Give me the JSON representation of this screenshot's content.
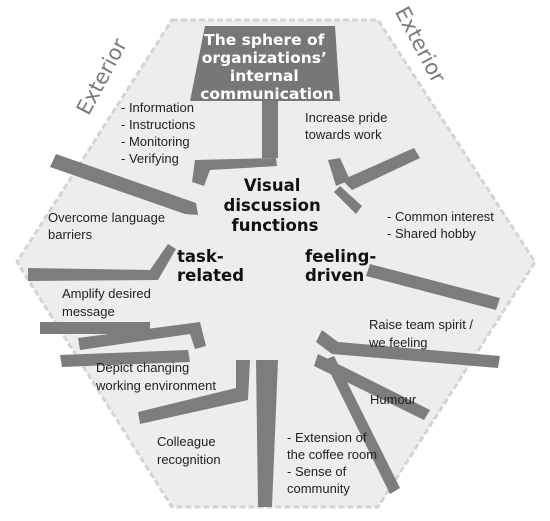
{
  "exterior_left": "Exterior",
  "exterior_right": "Exterior",
  "sphere_title": [
    "The sphere of",
    "organizations’",
    "internal",
    "communication"
  ],
  "center_title": [
    "Visual",
    "discussion",
    "functions"
  ],
  "task_label": [
    "task-",
    "related"
  ],
  "feeling_label": [
    "feeling-",
    "driven"
  ],
  "left_items": {
    "information_group": [
      "- Information",
      "- Instructions",
      "- Monitoring",
      "- Verifying"
    ],
    "language": [
      "Overcome language",
      "barriers"
    ],
    "amplify": [
      "Amplify desired",
      "message"
    ],
    "environment": [
      "Depict changing",
      "working environment"
    ],
    "recognition": [
      "Colleague",
      "recognition"
    ]
  },
  "right_items": {
    "pride": [
      "Increase pride",
      "towards work"
    ],
    "interest_group": [
      "- Common interest",
      "- Shared hobby"
    ],
    "team_spirit": [
      "Raise team spirit /",
      "we feeling"
    ],
    "humour": [
      "Humour"
    ],
    "coffee_group": [
      "- Extension of",
      "the coffee room",
      "- Sense of",
      "community"
    ]
  },
  "colors": {
    "hexagon_fill": "#ededed",
    "hexagon_edge": "#d4d4d4",
    "divider": "#7d7d7d",
    "title_box": "#777777",
    "exterior_text": "#7a7a7a"
  }
}
